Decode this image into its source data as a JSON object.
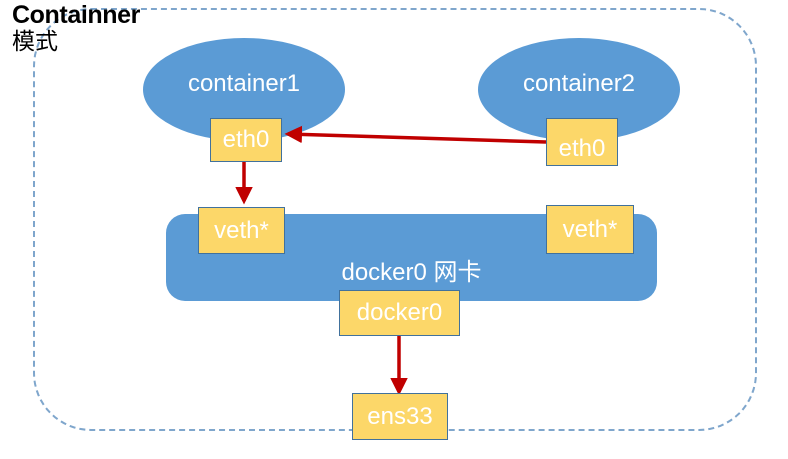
{
  "title": {
    "main": "Containner",
    "sub": "模式"
  },
  "colors": {
    "node_blue": "#5B9BD5",
    "interface_yellow": "#FCD769",
    "interface_border": "#41719C",
    "arrow_red": "#C00000",
    "boundary_dashed": "#7FA6CC",
    "label_white": "#FFFFFF"
  },
  "host_boundary": {
    "label": "host-network-namespace-boundary",
    "style": "dashed-rounded-rect"
  },
  "containers": [
    {
      "name": "container1",
      "label": "container1",
      "interface": "eth0"
    },
    {
      "name": "container2",
      "label": "container2",
      "interface": "eth0"
    }
  ],
  "bridge": {
    "label": "docker0 网卡",
    "veth_left": "veth*",
    "veth_right": "veth*",
    "docker0": "docker0"
  },
  "host_nic": {
    "label": "ens33"
  },
  "connections": [
    {
      "name": "container2-eth0-to-container1-eth0",
      "from": "container2.eth0",
      "to": "container1.eth0",
      "direction": "left",
      "color": "#C00000"
    },
    {
      "name": "container1-eth0-to-veth-left",
      "from": "container1.eth0",
      "to": "bridge.veth_left",
      "direction": "down",
      "color": "#C00000"
    },
    {
      "name": "docker0-to-ens33",
      "from": "bridge.docker0",
      "to": "host_nic.ens33",
      "direction": "down",
      "color": "#C00000"
    }
  ]
}
